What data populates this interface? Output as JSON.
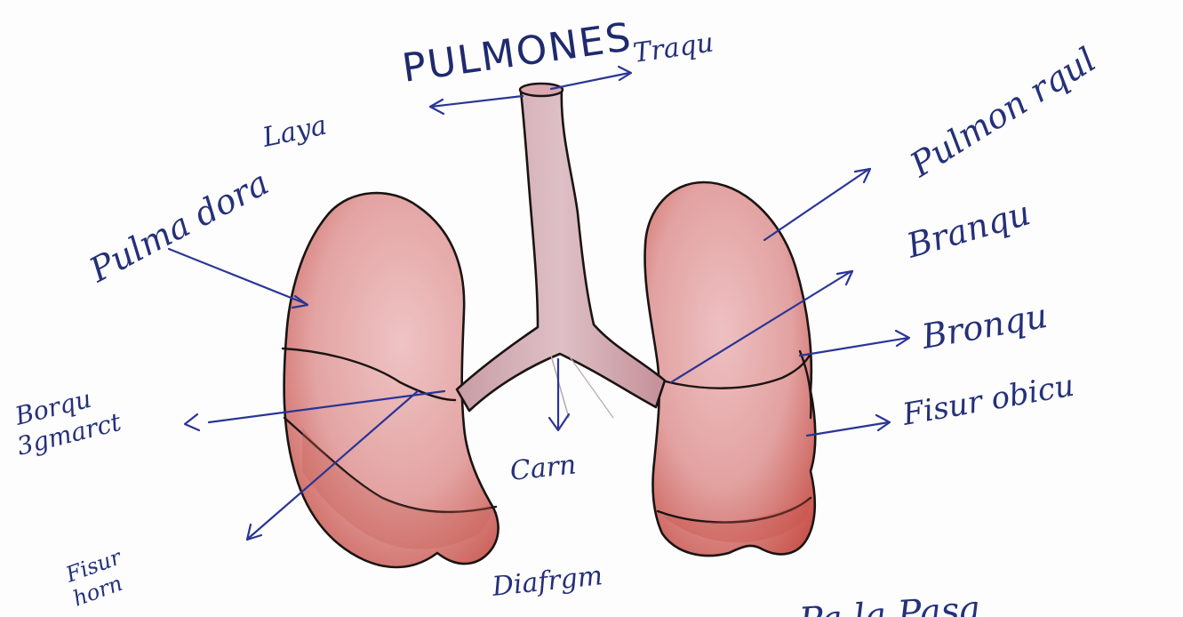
{
  "title": "PULMONES",
  "labels": {
    "traquea": "Traqu",
    "laringe": "Laya",
    "pulmon_derecho": "Pulma dora",
    "pulmon_izquierdo": "Pulmon rqul",
    "bronquio_1": "Branqu",
    "bronquio_2": "Bronqu",
    "fisura_oblicua": "Fisur obicu",
    "bronquio_segmentario_l1": "Borqu",
    "bronquio_segmentario_l2": "3gmarct",
    "carina": "Carn",
    "fisura_horizontal_l1": "Fisur",
    "fisura_horizontal_l2": "horn",
    "diafragma": "Diafrgm",
    "bottom_partial": "Pa la Pasa"
  },
  "colors": {
    "ink": "#2a3596",
    "lung_fill": "#e4a7a6",
    "lung_shadow": "#c45450",
    "trachea_fill": "#d8aeb4",
    "outline": "#1a1412"
  }
}
